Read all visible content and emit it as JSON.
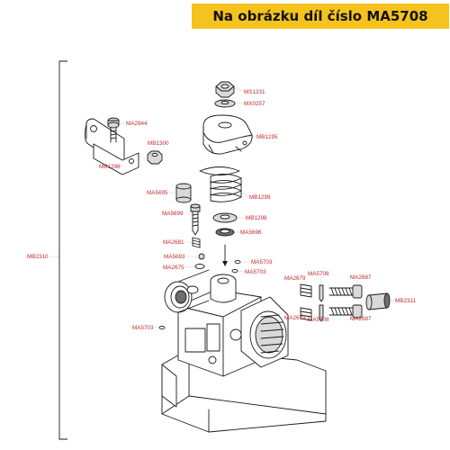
{
  "banner": {
    "text": "Na obrázku díl číslo MA5708",
    "background": "#f6c21d",
    "text_color": "#111111"
  },
  "label_color": "#c0282c",
  "labels": {
    "ms1231": "MS1231",
    "mx0257": "MX0257",
    "ma2944": "MA2944",
    "mb1295": "MB1295",
    "mb1300": "MB1300",
    "mb1296": "MB1296",
    "ma5695": "MA5695",
    "mb1299": "MB1299",
    "ma5699": "MA5699",
    "mb1298": "MB1298",
    "ma5696": "MA5696",
    "mb2310": "MB2310",
    "ma2681": "MA2681",
    "ma5703_top": "MA5703",
    "ma5693": "MA5693",
    "ma5703_mid": "MA5703",
    "ma2675": "MA2675",
    "ma2679_top": "MA2679",
    "ma5708_top": "MA5708",
    "ma2687_top": "MA2687",
    "mb2311": "MB2311",
    "ma2679_bot": "MA2679",
    "ma5708_bot": "MA5708",
    "ma2687_bot": "MA2687",
    "ma5703_left": "MA5703"
  }
}
